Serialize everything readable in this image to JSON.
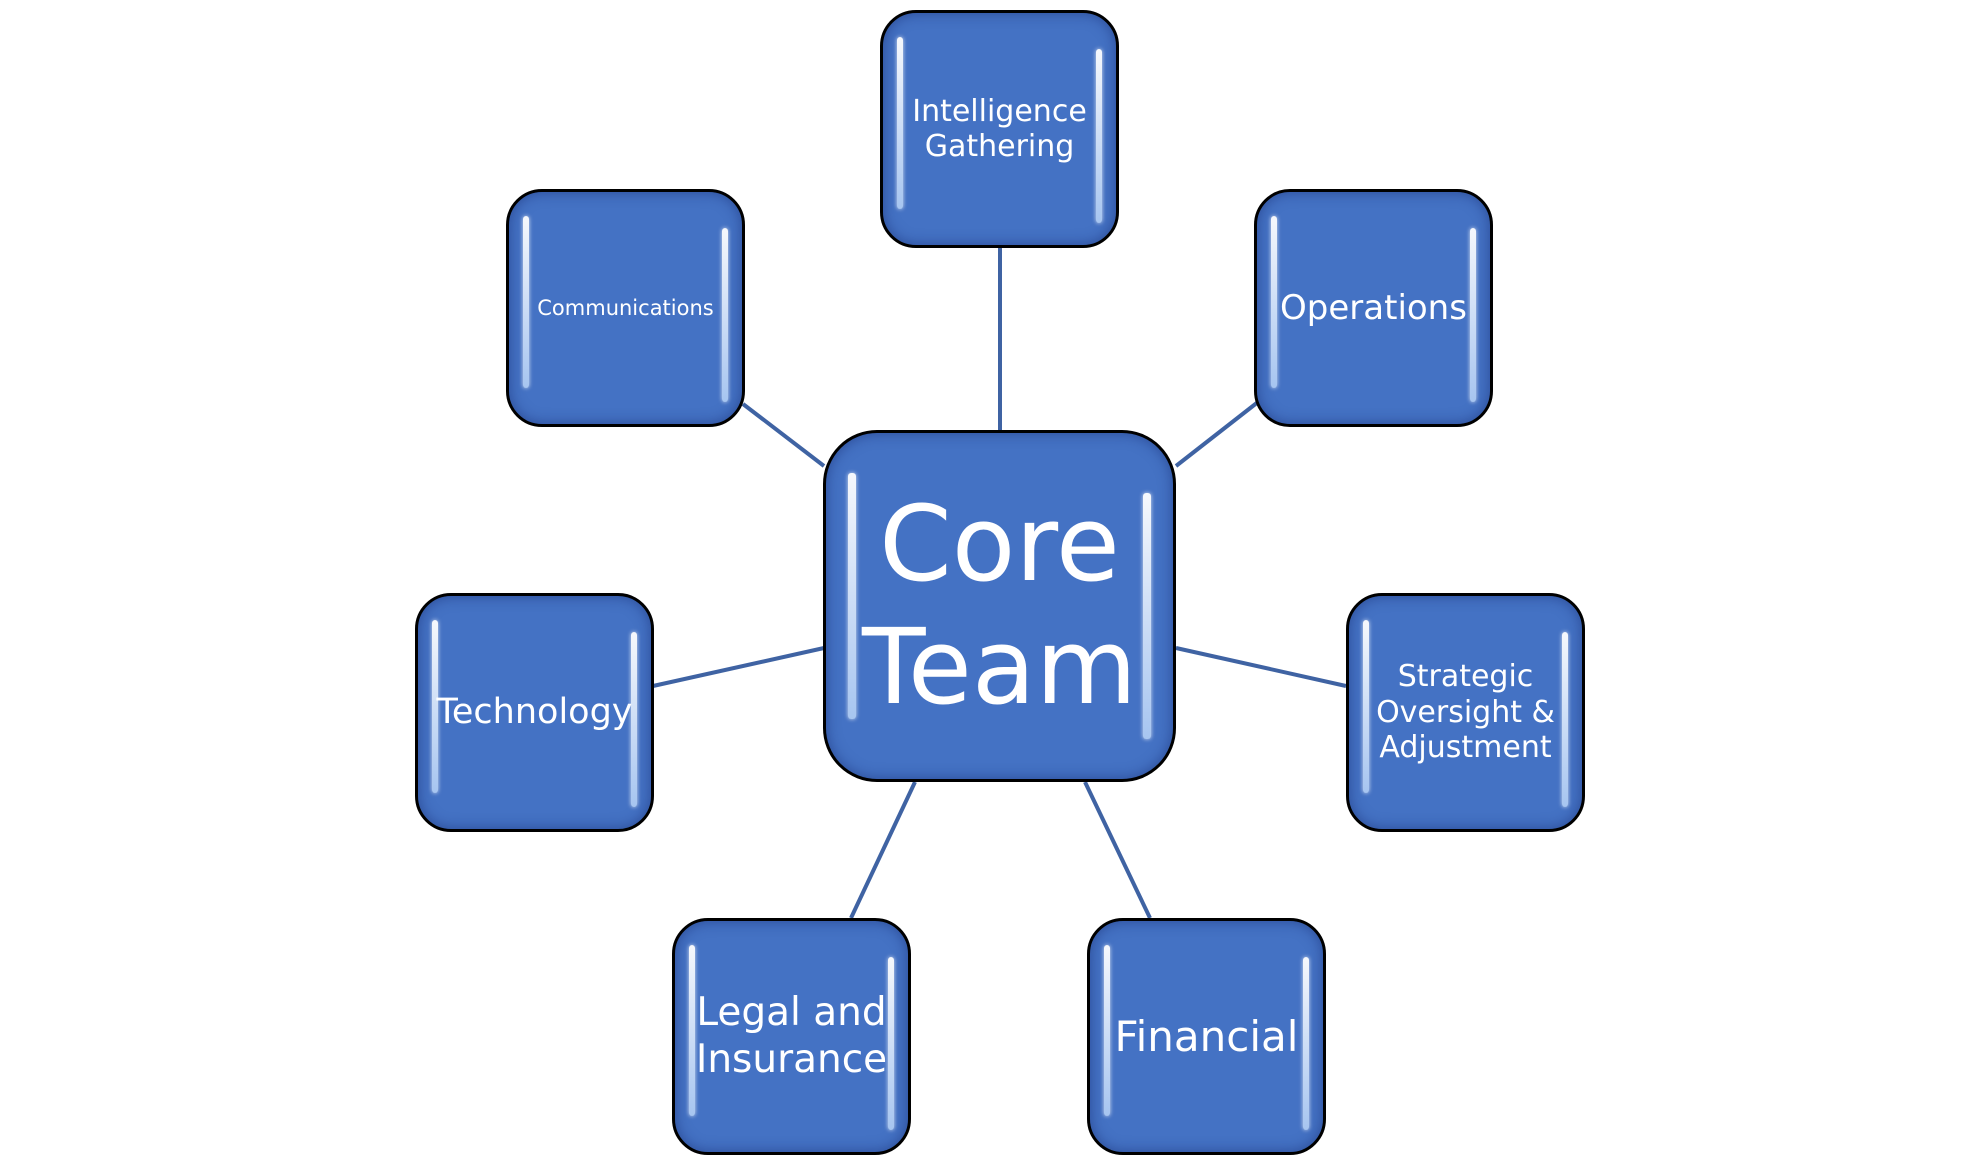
{
  "diagram": {
    "type": "hub-and-spoke",
    "colors": {
      "node_fill": "#4472c4",
      "node_border": "#000000",
      "connector": "#3f63a3",
      "text": "#ffffff"
    },
    "center": {
      "label_line1": "Core",
      "label_line2": "Team"
    },
    "nodes": [
      {
        "id": "intelligence",
        "label_line1": "Intelligence",
        "label_line2": "Gathering"
      },
      {
        "id": "operations",
        "label": "Operations"
      },
      {
        "id": "strategic",
        "label_line1": "Strategic",
        "label_line2": "Oversight &",
        "label_line3": "Adjustment"
      },
      {
        "id": "financial",
        "label": "Financial"
      },
      {
        "id": "legal",
        "label_line1": "Legal and",
        "label_line2": "Insurance"
      },
      {
        "id": "technology",
        "label": "Technology"
      },
      {
        "id": "communications",
        "label": "Communications"
      }
    ]
  }
}
